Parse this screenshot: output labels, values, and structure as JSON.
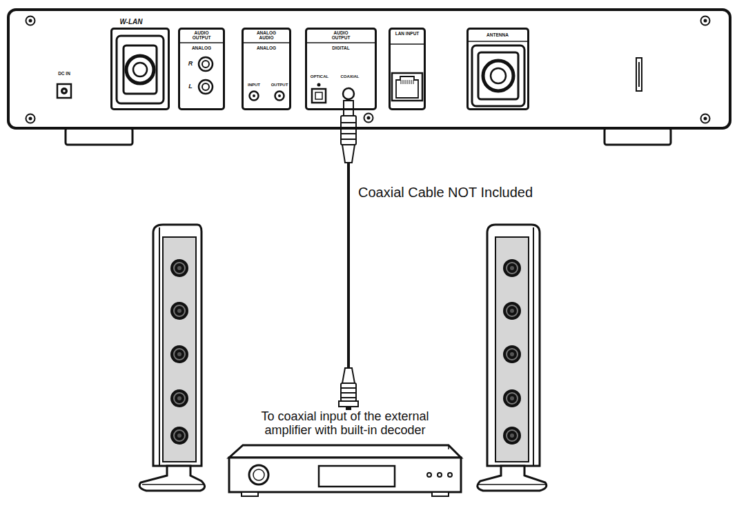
{
  "diagram": {
    "nodes": [
      {
        "text": [
          "DC IN"
        ]
      },
      {
        "text": [
          "W-LAN"
        ],
        "in": 0
      },
      {
        "text": [
          "AUDIO OUTPUT",
          "ANALOG",
          "R",
          "L"
        ],
        "in": 0
      },
      {
        "text": [
          "ANALOG AUDIO",
          "ANALOG",
          "INPUT",
          "OUTPUT"
        ],
        "in": 0
      },
      {
        "text": [
          "AUDIO OUTPUT",
          "DIGITAL",
          "OPTICAL",
          "COAXIAL"
        ],
        "in": 0
      },
      {
        "text": [
          "LAN INPUT"
        ],
        "in": 0
      },
      {
        "text": [
          "ANTENNA"
        ],
        "in": 0
      },
      {
        "text": [
          "To coaxial input of the external amplifier with built-in decoder"
        ]
      }
    ],
    "edges": [
      {
        "from": 4,
        "to": 7,
        "label": "Coaxial Cable NOT Included",
        "arrow": "none"
      }
    ]
  }
}
